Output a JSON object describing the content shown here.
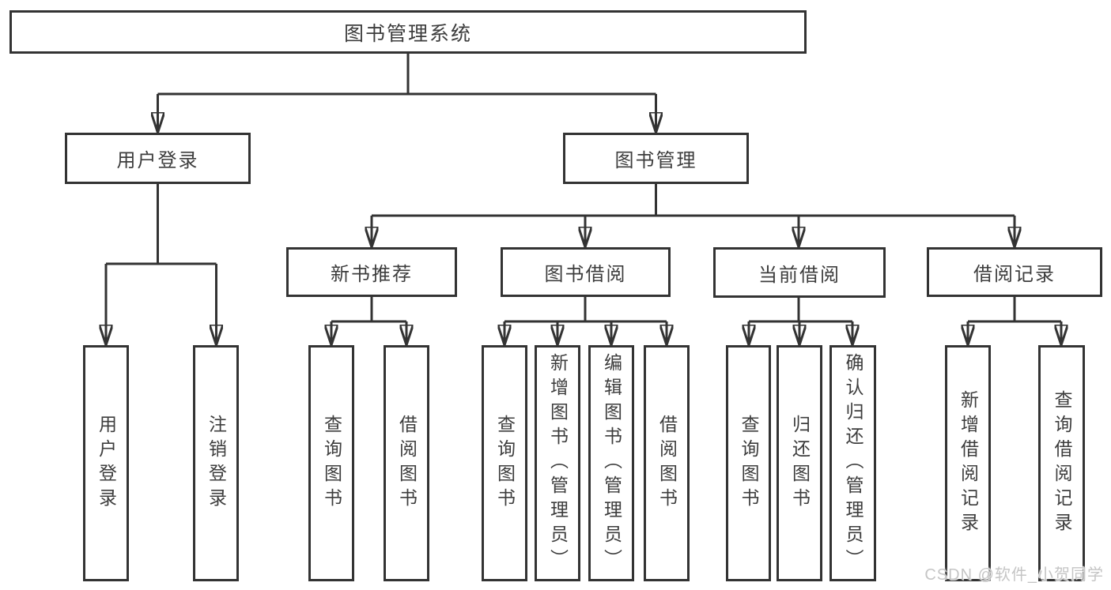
{
  "colors": {
    "line": "#333333",
    "text": "#3d3d3d",
    "background": "#ffffff",
    "watermark": "#c5c5c5"
  },
  "watermark": "CSDN @软件_小贺同学",
  "nodes": {
    "root": "图书管理系统",
    "user_login": "用户登录",
    "book_management": "图书管理",
    "new_book_recommend": "新书推荐",
    "book_borrowing": "图书借阅",
    "current_borrowing": "当前借阅",
    "borrowing_records": "借阅记录",
    "ul_login": "用户登录",
    "ul_logout": "注销登录",
    "nbr_query_books": "查询图书",
    "nbr_borrow_books": "借阅图书",
    "bb_query_books": "查询图书",
    "bb_add_books": "新增图书（管理员）",
    "bb_edit_books": "编辑图书（管理员）",
    "bb_borrow_books": "借阅图书",
    "cb_query_books": "查询图书",
    "cb_return_books": "归还图书",
    "cb_confirm_return": "确认归还（管理员）",
    "br_add_record": "新增借阅记录",
    "br_query_record": "查询借阅记录"
  },
  "edges": [
    {
      "from": "root",
      "to": [
        "user_login",
        "book_management"
      ]
    },
    {
      "from": "user_login",
      "to": [
        "ul_login",
        "ul_logout"
      ]
    },
    {
      "from": "book_management",
      "to": [
        "new_book_recommend",
        "book_borrowing",
        "current_borrowing",
        "borrowing_records"
      ]
    },
    {
      "from": "new_book_recommend",
      "to": [
        "nbr_query_books",
        "nbr_borrow_books"
      ]
    },
    {
      "from": "book_borrowing",
      "to": [
        "bb_query_books",
        "bb_add_books",
        "bb_edit_books",
        "bb_borrow_books"
      ]
    },
    {
      "from": "current_borrowing",
      "to": [
        "cb_query_books",
        "cb_return_books",
        "cb_confirm_return"
      ]
    },
    {
      "from": "borrowing_records",
      "to": [
        "br_add_record",
        "br_query_record"
      ]
    }
  ]
}
